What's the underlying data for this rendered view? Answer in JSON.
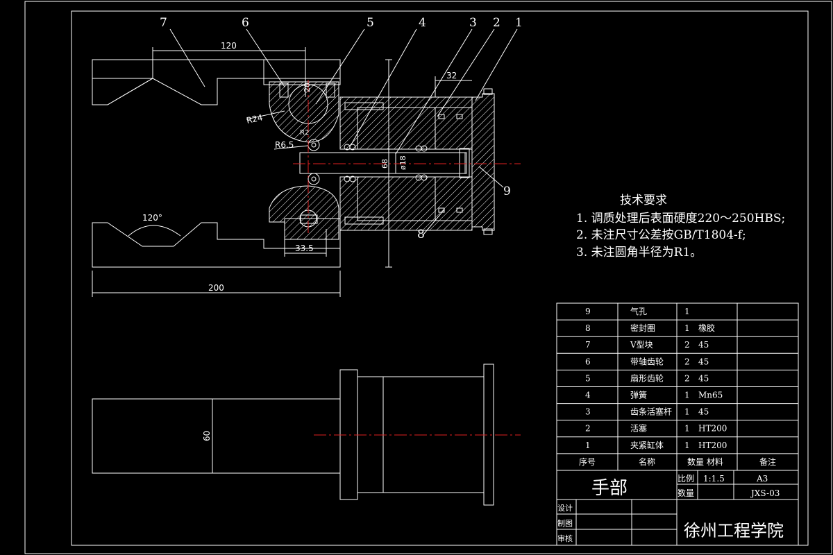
{
  "colors": {
    "background": "#000000",
    "lines": "#ffffff",
    "centerline": "#e02020"
  },
  "balloons": [
    "7",
    "6",
    "5",
    "4",
    "3",
    "2",
    "1",
    "9",
    "8"
  ],
  "dimensions": {
    "d120": "120",
    "d32": "32",
    "r24": "R24",
    "r65": "R6.5",
    "r2": "R2",
    "d20": "20",
    "phi68": "68",
    "phi18": "ø18",
    "angle120": "120°",
    "d335": "33.5",
    "d200": "200",
    "d60": "60"
  },
  "tech": {
    "title": "技术要求",
    "items": [
      "1.  调质处理后表面硬度220～250HBS;",
      "2.  未注尺寸公差按GB/T1804-f;",
      "3.  未注圆角半径为R1。"
    ]
  },
  "bom": {
    "rows": [
      {
        "no": "9",
        "name": "气孔",
        "qty": "1",
        "material": ""
      },
      {
        "no": "8",
        "name": "密封圈",
        "qty": "1",
        "material": "橡胶"
      },
      {
        "no": "7",
        "name": "V型块",
        "qty": "2",
        "material": "45"
      },
      {
        "no": "6",
        "name": "带轴齿轮",
        "qty": "2",
        "material": "45"
      },
      {
        "no": "5",
        "name": "扇形齿轮",
        "qty": "2",
        "material": "45"
      },
      {
        "no": "4",
        "name": "弹簧",
        "qty": "1",
        "material": "Mn65"
      },
      {
        "no": "3",
        "name": "齿条活塞杆",
        "qty": "1",
        "material": "45"
      },
      {
        "no": "2",
        "name": "活塞",
        "qty": "1",
        "material": "HT200"
      },
      {
        "no": "1",
        "name": "夹紧缸体",
        "qty": "1",
        "material": "HT200"
      }
    ],
    "header": {
      "no": "序号",
      "name": "名称",
      "qty_material": "数量 材料",
      "remark": "备注"
    }
  },
  "titleblock": {
    "part_name": "手部",
    "scale_label": "比例",
    "scale": "1:1.5",
    "size": "A3",
    "qty_label": "数量",
    "drawing_no": "JXS-03",
    "design": "设计",
    "draw": "制图",
    "review": "审核",
    "school": "徐州工程学院"
  }
}
